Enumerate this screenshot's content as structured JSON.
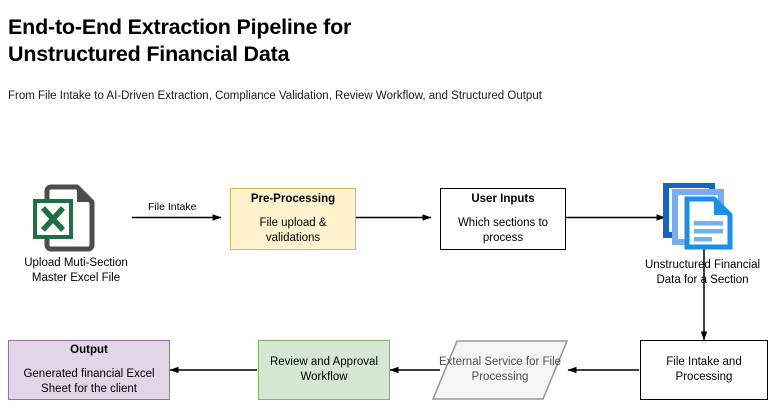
{
  "header": {
    "title": "End-to-End Extraction Pipeline for Unstructured Financial Data",
    "subtitle": "From File Intake to AI-Driven Extraction, Compliance Validation, Review Workflow, and Structured Output"
  },
  "diagram": {
    "type": "flowchart",
    "orientation": "two-row serpentine (left-to-right, then right-to-left)",
    "nodes": {
      "upload_excel": {
        "icon": "excel-file-icon",
        "caption": "Upload Muti-Section Master Excel File",
        "shape": "icon",
        "colors": {
          "document": "#4d4d4d",
          "accent": "#1e7145"
        }
      },
      "pre_processing": {
        "title": "Pre-Processing",
        "body": "File upload & validations",
        "shape": "rectangle",
        "colors": {
          "fill": "#fff2cc",
          "border": "#d6b656",
          "text": "#000000"
        }
      },
      "user_inputs": {
        "title": "User Inputs",
        "body": "Which sections to process",
        "shape": "rectangle",
        "colors": {
          "fill": "#ffffff",
          "border": "#000000",
          "text": "#000000"
        }
      },
      "unstructured_data": {
        "icon": "document-stack-icon",
        "caption": "Unstructured Financial Data for a Section",
        "shape": "icon",
        "colors": {
          "back": "#1565c0",
          "mid": "#7aadf0",
          "front_border": "#1a8fe3",
          "lines": "#6fb3ef"
        }
      },
      "file_intake": {
        "title": "",
        "body": "File Intake and Processing",
        "shape": "rectangle",
        "colors": {
          "fill": "#ffffff",
          "border": "#000000",
          "text": "#000000"
        }
      },
      "external_service": {
        "title": "",
        "body": "External Service for File Processing",
        "shape": "parallelogram",
        "colors": {
          "fill": "#f5f5f5",
          "border": "#999999",
          "text": "#4d4d4d"
        }
      },
      "review_approval": {
        "title": "",
        "body": "Review and Approval Workflow",
        "shape": "rectangle",
        "colors": {
          "fill": "#d5e8d4",
          "border": "#82b366",
          "text": "#000000"
        }
      },
      "output": {
        "title": "Output",
        "body": "Generated financial Excel Sheet for the client",
        "shape": "rectangle",
        "colors": {
          "fill": "#e1d5e7",
          "border": "#9673a6",
          "text": "#000000"
        }
      }
    },
    "edges": [
      {
        "from": "upload_excel",
        "to": "pre_processing",
        "label": "File Intake",
        "direction": "right"
      },
      {
        "from": "pre_processing",
        "to": "user_inputs",
        "label": "",
        "direction": "right"
      },
      {
        "from": "user_inputs",
        "to": "unstructured_data",
        "label": "",
        "direction": "right"
      },
      {
        "from": "unstructured_data",
        "to": "file_intake",
        "label": "",
        "direction": "down"
      },
      {
        "from": "file_intake",
        "to": "external_service",
        "label": "",
        "direction": "left"
      },
      {
        "from": "external_service",
        "to": "review_approval",
        "label": "",
        "direction": "left"
      },
      {
        "from": "review_approval",
        "to": "output",
        "label": "",
        "direction": "left"
      }
    ]
  }
}
